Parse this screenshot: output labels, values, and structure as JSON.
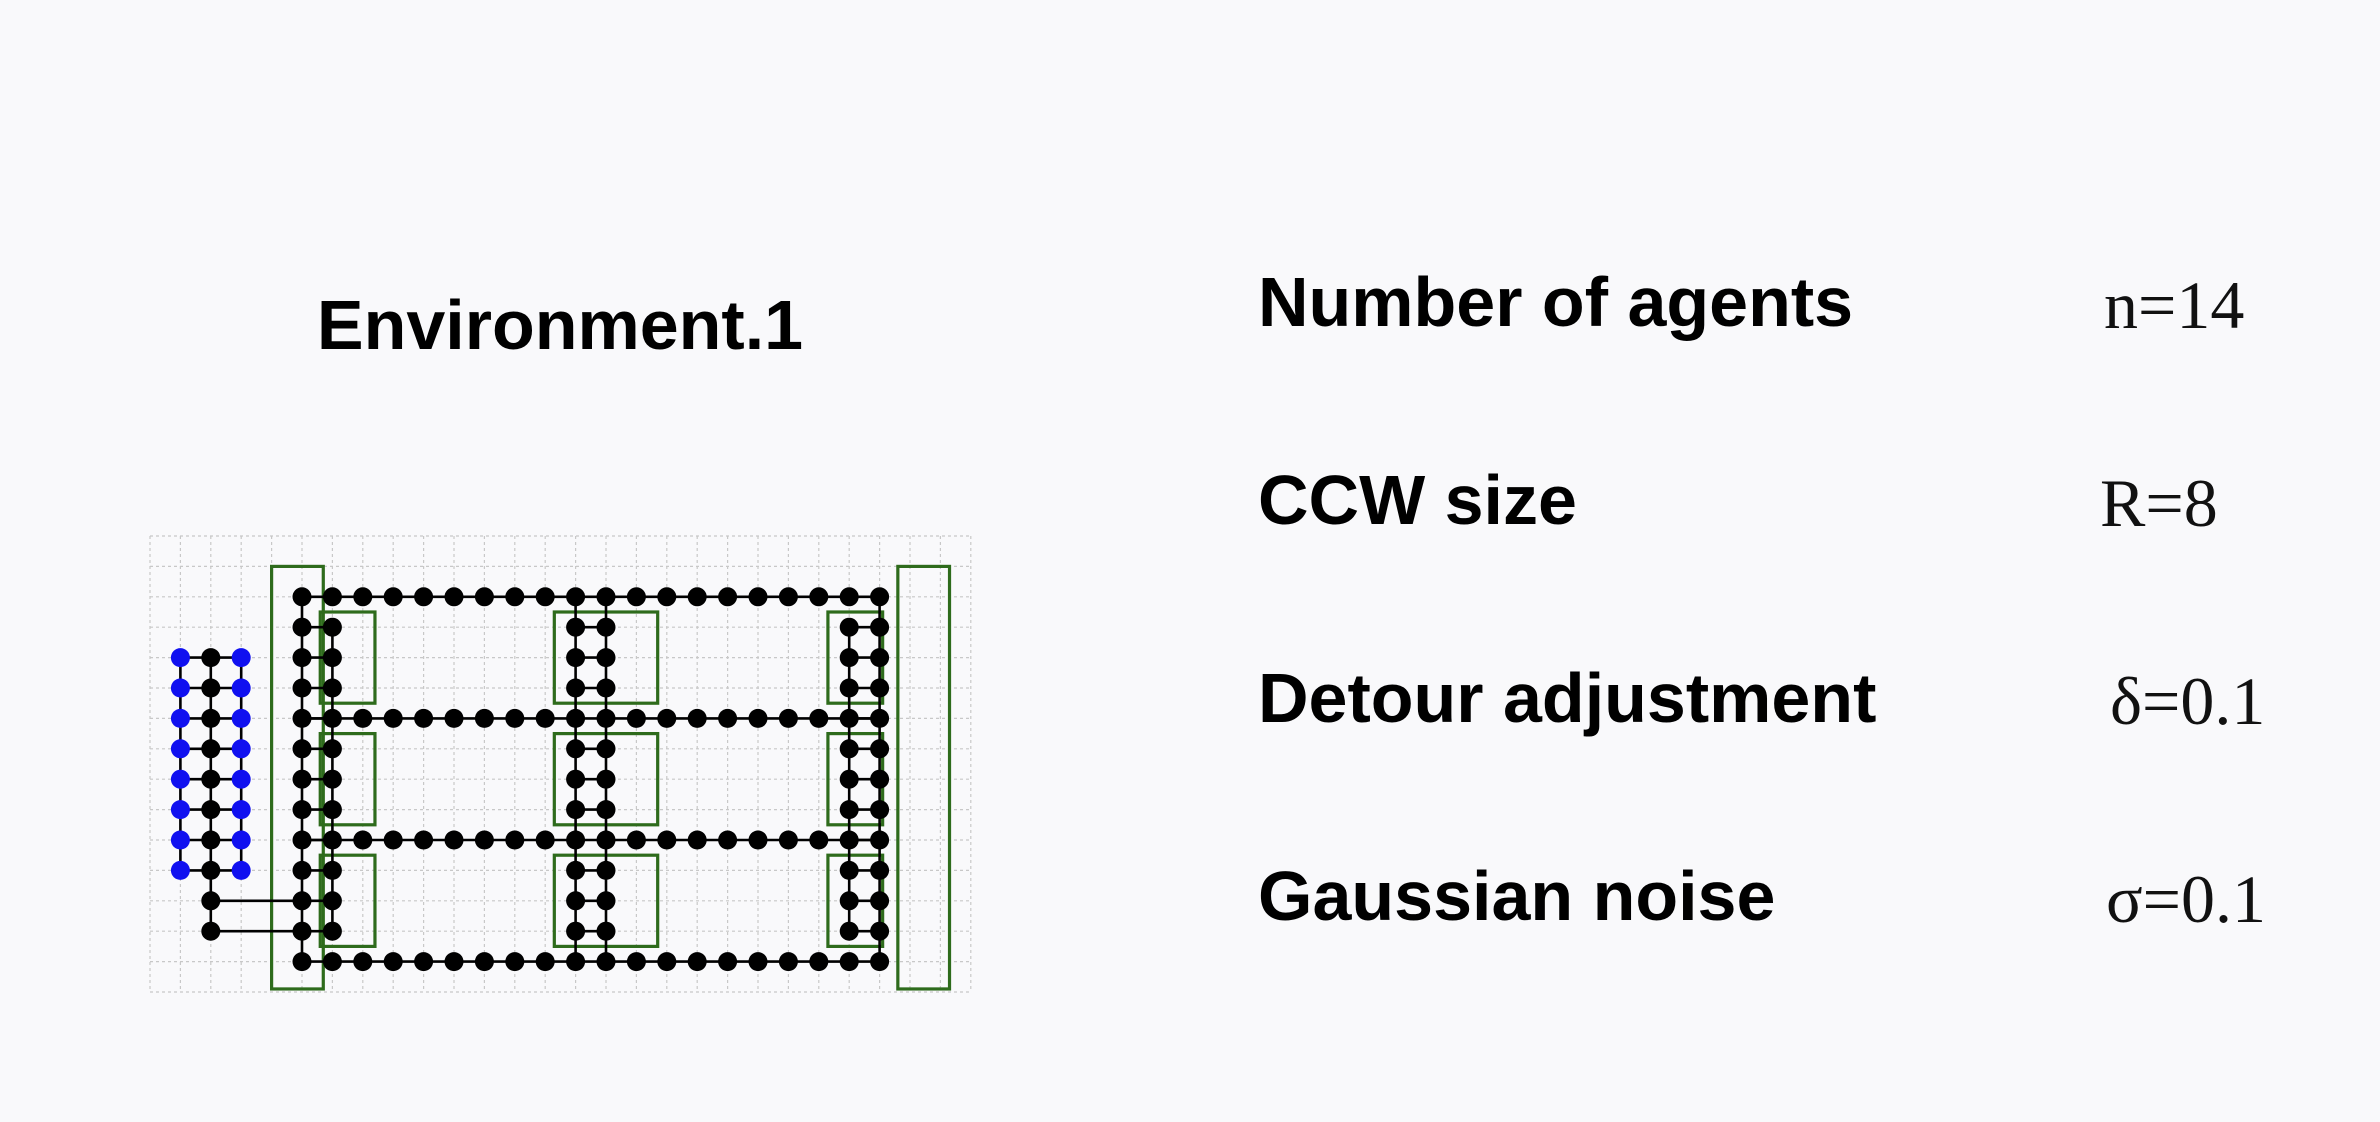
{
  "diagram": {
    "title": "Environment.1",
    "colors": {
      "background": "#f9f9fb",
      "grid": "#c8c8c8",
      "agent": "#000000",
      "start_agent": "#1010f0",
      "box": "#2e6b1c"
    }
  },
  "parameters": [
    {
      "label": "Number of agents",
      "value": "n=14"
    },
    {
      "label": "CCW size",
      "value": "R=8"
    },
    {
      "label": "Detour adjustment",
      "value": "δ=0.1"
    },
    {
      "label": "Gaussian noise",
      "value": "σ=0.1"
    }
  ]
}
